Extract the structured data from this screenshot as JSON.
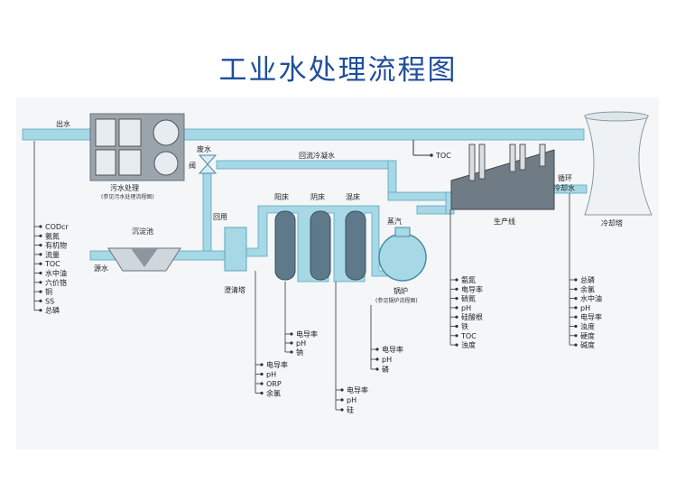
{
  "title": "工业水处理流程图",
  "colors": {
    "title": "#1f4e9c",
    "pipe": "#a6d8e6",
    "pipe_stroke": "#5aa6c0",
    "line": "#333333"
  },
  "labels": {
    "outlet": "出水",
    "toc_top": "TOC",
    "return_cooling": "回流冷凝水",
    "wastewater_vessel": "废水",
    "valve": "阀",
    "wastewater_treatment": "污水处理",
    "wastewater_note": "(参见污水处理流程图)",
    "recycle": "回用",
    "clarifier": "沉淀池",
    "raw_water": "源水",
    "clear_tank": "澄清塔",
    "cation_bed": "阳床",
    "anion_bed": "阴床",
    "mixed_bed": "混床",
    "steam": "蒸汽",
    "boiler": "锅炉",
    "boiler_note": "(参见锅炉流程图)",
    "production_line": "生产线",
    "circulating": "循环",
    "cooling_water": "冷却水",
    "cooling_tower": "冷却塔"
  },
  "param_lists": {
    "source": [
      "CODcr",
      "氨氮",
      "有机物",
      "流量",
      "TOC",
      "水中油",
      "六价铬",
      "铜",
      "SS",
      "总磷"
    ],
    "cation": [
      "电导率",
      "pH",
      "钠"
    ],
    "clear": [
      "电导率",
      "pH",
      "ORP",
      "余氯"
    ],
    "mixed": [
      "电导率",
      "pH",
      "硅"
    ],
    "boiler": [
      "电导率",
      "pH",
      "磷"
    ],
    "production": [
      "氨氮",
      "电导率",
      "硝氮",
      "pH",
      "硅酸根",
      "铁",
      "TOC",
      "浊度"
    ],
    "tower": [
      "总磷",
      "余氯",
      "水中油",
      "pH",
      "电导率",
      "浊度",
      "硬度",
      "碱度"
    ]
  }
}
